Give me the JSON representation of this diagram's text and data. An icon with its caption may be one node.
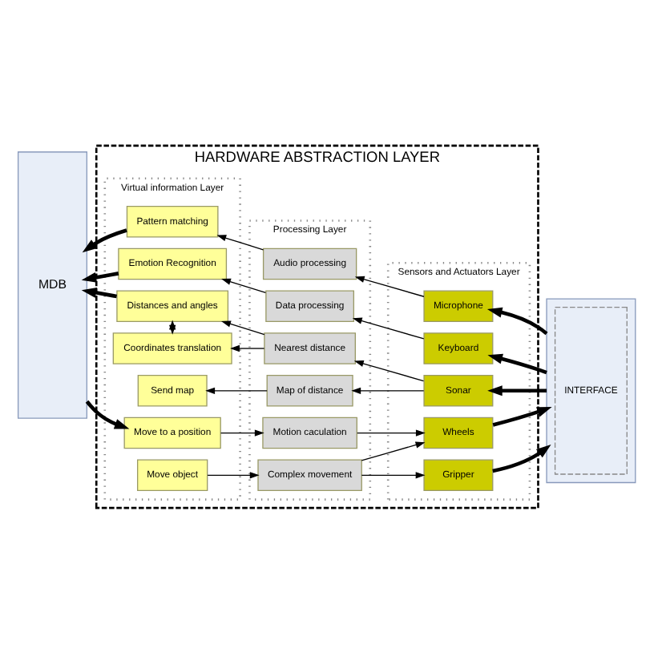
{
  "diagram": {
    "nodes": [
      {
        "text": [
          "HARDWARE ABSTRACTION LAYER"
        ]
      },
      {
        "text": [
          "Virtual information Layer"
        ],
        "in": 0
      },
      {
        "text": [
          "Processing Layer"
        ],
        "in": 0
      },
      {
        "text": [
          "Sensors and Actuators Layer"
        ],
        "in": 0
      },
      {
        "text": [
          "Pattern matching"
        ],
        "in": 1
      },
      {
        "text": [
          "Emotion Recognition"
        ],
        "in": 1
      },
      {
        "text": [
          "Distances and angles"
        ],
        "in": 1
      },
      {
        "text": [
          "Coordinates translation"
        ],
        "in": 1
      },
      {
        "text": [
          "Send map"
        ],
        "in": 1
      },
      {
        "text": [
          "Move to a position"
        ],
        "in": 1
      },
      {
        "text": [
          "Move object"
        ],
        "in": 1
      },
      {
        "text": [
          "Audio processing"
        ],
        "in": 2
      },
      {
        "text": [
          "Data processing"
        ],
        "in": 2
      },
      {
        "text": [
          "Nearest distance"
        ],
        "in": 2
      },
      {
        "text": [
          "Map of distance"
        ],
        "in": 2
      },
      {
        "text": [
          "Motion caculation"
        ],
        "in": 2
      },
      {
        "text": [
          "Complex movement"
        ],
        "in": 2
      },
      {
        "text": [
          "Microphone"
        ],
        "in": 3
      },
      {
        "text": [
          "Keyboard"
        ],
        "in": 3
      },
      {
        "text": [
          "Sonar"
        ],
        "in": 3
      },
      {
        "text": [
          "Wheels"
        ],
        "in": 3
      },
      {
        "text": [
          "Gripper"
        ],
        "in": 3
      },
      {
        "text": [
          "MDB"
        ]
      },
      {
        "text": [],
        "shape": "box"
      },
      {
        "text": [
          "INTERFACE"
        ],
        "in": 23
      }
    ],
    "edges": [
      {
        "from": 4,
        "to": 22,
        "arrow": "to",
        "style": "thick"
      },
      {
        "from": 5,
        "to": 22,
        "arrow": "to",
        "style": "thick"
      },
      {
        "from": 6,
        "to": 22,
        "arrow": "to",
        "style": "thick"
      },
      {
        "from": 6,
        "to": 7,
        "arrow": "both"
      },
      {
        "from": 22,
        "to": 9,
        "arrow": "to",
        "style": "thick"
      },
      {
        "from": 11,
        "to": 4,
        "arrow": "to"
      },
      {
        "from": 12,
        "to": 5,
        "arrow": "to"
      },
      {
        "from": 13,
        "to": 6,
        "arrow": "to"
      },
      {
        "from": 13,
        "to": 7,
        "arrow": "to"
      },
      {
        "from": 14,
        "to": 8,
        "arrow": "to"
      },
      {
        "from": 9,
        "to": 15,
        "arrow": "to"
      },
      {
        "from": 10,
        "to": 16,
        "arrow": "to"
      },
      {
        "from": 17,
        "to": 11,
        "arrow": "to"
      },
      {
        "from": 18,
        "to": 12,
        "arrow": "to"
      },
      {
        "from": 19,
        "to": 13,
        "arrow": "to"
      },
      {
        "from": 19,
        "to": 14,
        "arrow": "to"
      },
      {
        "from": 15,
        "to": 20,
        "arrow": "to"
      },
      {
        "from": 16,
        "to": 20,
        "arrow": "to"
      },
      {
        "from": 16,
        "to": 21,
        "arrow": "to"
      },
      {
        "from": 23,
        "to": 17,
        "arrow": "to",
        "style": "thick"
      },
      {
        "from": 23,
        "to": 18,
        "arrow": "to",
        "style": "thick"
      },
      {
        "from": 23,
        "to": 19,
        "arrow": "to",
        "style": "thick"
      },
      {
        "from": 20,
        "to": 23,
        "arrow": "to",
        "style": "thick"
      },
      {
        "from": 21,
        "to": 23,
        "arrow": "to",
        "style": "thick"
      }
    ]
  }
}
